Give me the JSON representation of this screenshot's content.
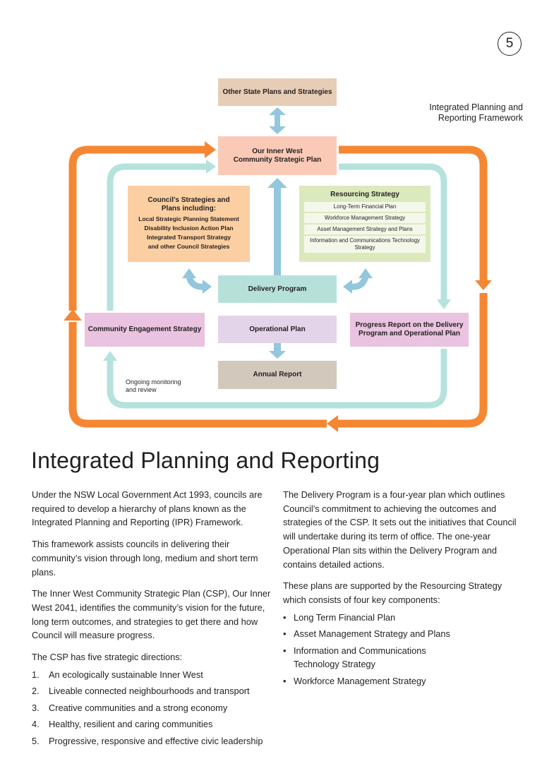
{
  "page": {
    "number": "5"
  },
  "framework_caption": [
    "Integrated Planning and",
    "Reporting Framework"
  ],
  "diagram": {
    "other_state": "Other State Plans and Strategies",
    "csp": [
      "Our Inner West",
      "Community Strategic Plan"
    ],
    "council_strategies": {
      "title": [
        "Council’s Strategies and",
        "Plans including:"
      ],
      "items": [
        "Local Strategic Planning Statement",
        "Disability Inclusion Action Plan",
        "Integrated Transport Strategy",
        "and other Council Strategies"
      ]
    },
    "resourcing": {
      "title": "Resourcing Strategy",
      "items": [
        "Long-Term Financial Plan",
        "Workforce Management Strategy",
        "Asset Management Strategy and Plans",
        "Information and Communications Technology Strategy"
      ]
    },
    "delivery_program": "Delivery Program",
    "operational_plan": "Operational Plan",
    "annual_report": "Annual Report",
    "community_engagement": "Community Engagement Strategy",
    "progress_report": [
      "Progress Report on the Delivery",
      "Program and Operational Plan"
    ],
    "ongoing_monitoring": [
      "Ongoing monitoring",
      "and review"
    ],
    "colors": {
      "orange": "#f58733",
      "teal": "#b5e2dd",
      "blue": "#93c7dd",
      "peach": "#fbcab7",
      "tan": "#e7cdb5",
      "council_box": "#fbcfa1",
      "resourcing_box": "#dbeabd",
      "pink": "#e9c3df",
      "lavender": "#e3d4e9",
      "grey": "#d3c8bc"
    }
  },
  "heading": "Integrated Planning and Reporting",
  "left_column": {
    "paragraphs": [
      "Under the NSW Local Government Act 1993, councils are required to develop a hierarchy of plans known as the Integrated Planning and Reporting (IPR) Framework.",
      "This framework assists councils in delivering their community’s vision through long, medium and short term plans.",
      "The Inner West Community Strategic Plan (CSP), Our Inner West 2041, identifies the community’s vision for the future, long term outcomes, and strategies to get there and how Council will measure progress.",
      "The CSP has five strategic directions:"
    ],
    "directions": [
      {
        "num": "1.",
        "text": "An ecologically sustainable Inner West"
      },
      {
        "num": "2.",
        "text": "Liveable connected neighbourhoods and transport"
      },
      {
        "num": "3.",
        "text": "Creative communities and a strong economy"
      },
      {
        "num": "4.",
        "text": "Healthy, resilient and caring communities"
      },
      {
        "num": "5.",
        "text": "Progressive, responsive and effective civic leadership"
      }
    ]
  },
  "right_column": {
    "paragraphs": [
      "The Delivery Program is a four-year plan which outlines Council’s commitment to achieving the outcomes and strategies of the CSP. It sets out the initiatives that Council will undertake during its term of office. The one-year Operational Plan sits within the Delivery Program and contains detailed actions.",
      "These plans are supported by the Resourcing Strategy which consists of four key components:"
    ],
    "components": [
      "Long Term Financial Plan",
      "Asset Management Strategy and Plans",
      "Information and Communications Technology Strategy",
      "Workforce Management Strategy"
    ]
  }
}
